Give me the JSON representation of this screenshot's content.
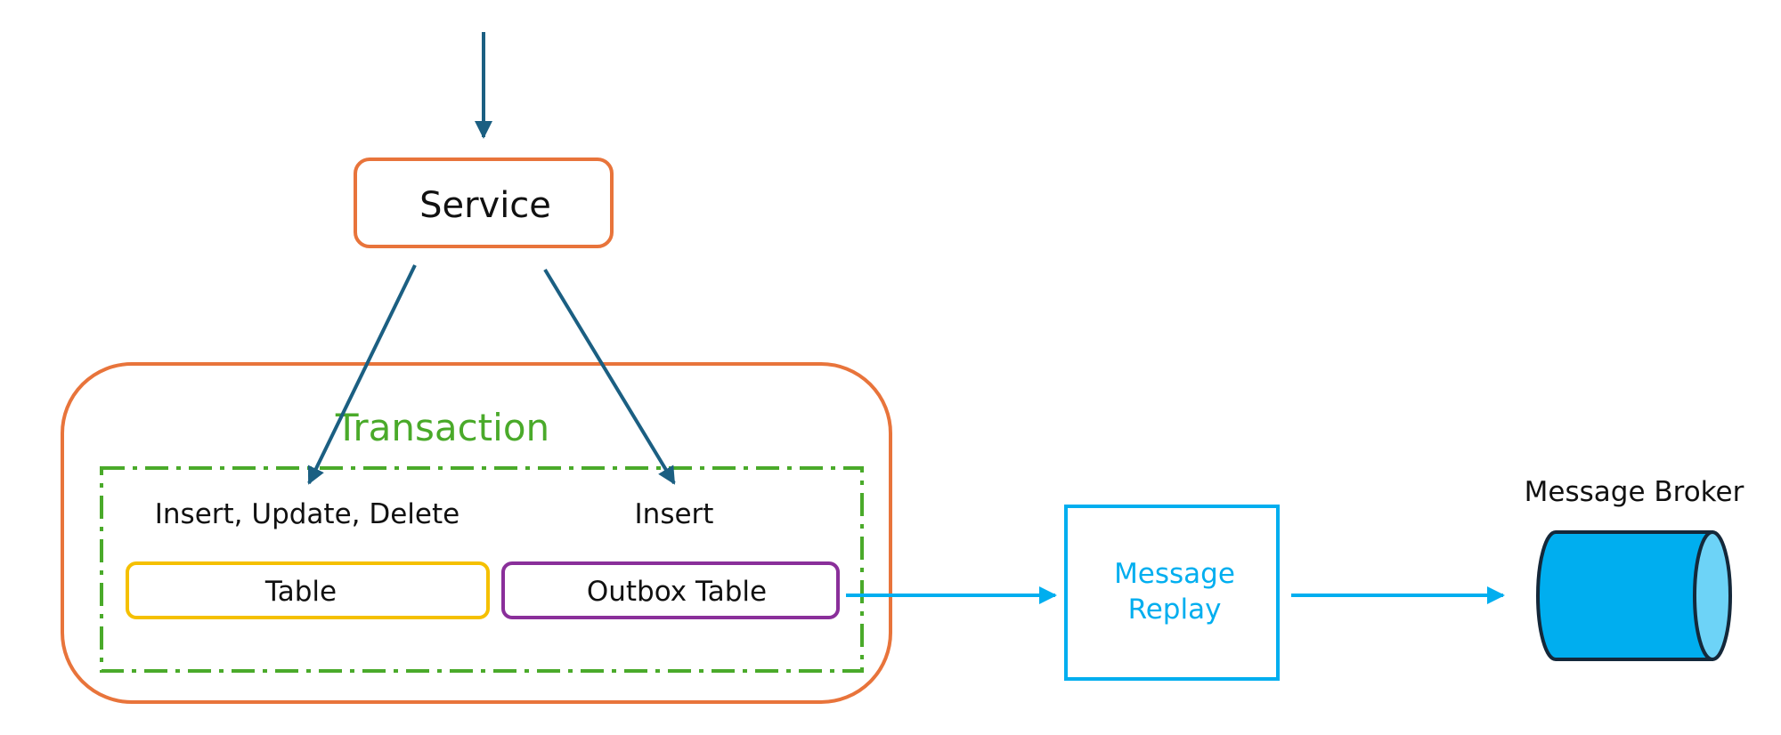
{
  "diagram": {
    "service_label": "Service",
    "transaction_label": "Transaction",
    "insert_update_delete_label": "Insert, Update, Delete",
    "insert_label": "Insert",
    "table_label": "Table",
    "outbox_table_label": "Outbox Table",
    "message_replay_line1": "Message",
    "message_replay_line2": "Replay",
    "message_broker_label": "Message Broker"
  },
  "colors": {
    "service_border": "#e8743b",
    "transaction_outer_border": "#e8743b",
    "transaction_text": "#4aaa2a",
    "transaction_dash": "#4aaa2a",
    "table_border": "#f5c000",
    "outbox_border": "#8a2f9a",
    "flow_arrow": "#1b5f82",
    "replay_color": "#00aeef",
    "broker_fill": "#00aeef",
    "broker_cap": "#6dd3f7",
    "broker_stroke": "#14283a",
    "text": "#111111"
  }
}
